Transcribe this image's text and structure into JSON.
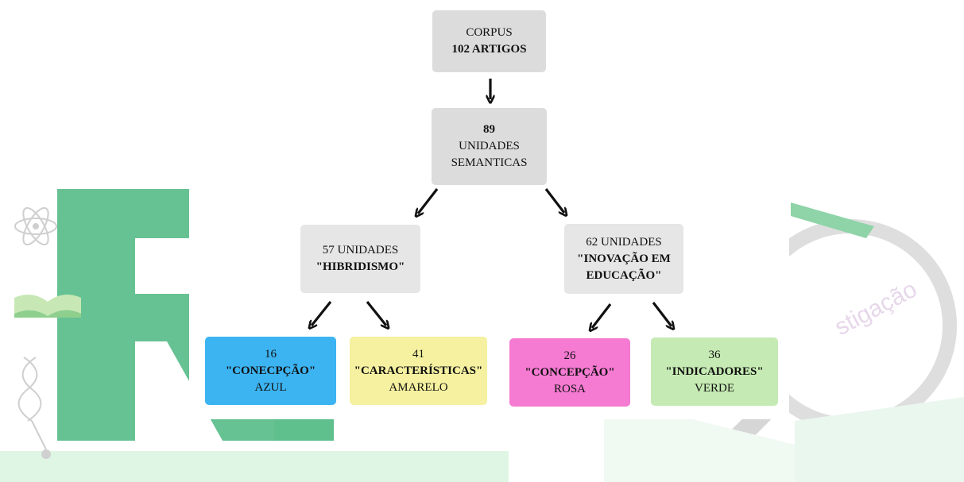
{
  "watermark": {
    "text": "stigação",
    "colors": {
      "green": "#5fbf8d",
      "light_green": "#dff6e4",
      "magnifier": "#dddddd",
      "book_green": "#8fd3a8"
    }
  },
  "diagram": {
    "corpus": {
      "line1": "CORPUS",
      "line2": "102 ARTIGOS"
    },
    "semantic": {
      "line1": "89",
      "line2": "UNIDADES",
      "line3": "SEMANTICAS"
    },
    "hibridismo": {
      "line1": "57 UNIDADES",
      "line2": "\"HIBRIDISMO\""
    },
    "inovacao": {
      "line1": "62 UNIDADES",
      "line2": "\"INOVAÇÃO EM",
      "line3": "EDUCAÇÃO\""
    },
    "concepcao_azul": {
      "line1": "16",
      "line2": "\"CONECPÇÃO\"",
      "line3": "AZUL",
      "color": "#3cb4f2"
    },
    "caracteristicas": {
      "line1": "41",
      "line2": "\"CARACTERÍSTICAS\"",
      "line3": "AMARELO",
      "color": "#f5f1a0"
    },
    "concepcao_rosa": {
      "line1": "26",
      "line2": "\"CONCEPÇÃO\"",
      "line3": "ROSA",
      "color": "#f57ad2"
    },
    "indicadores": {
      "line1": "36",
      "line2": "\"INDICADORES\"",
      "line3": "VERDE",
      "color": "#c5eab3"
    }
  }
}
